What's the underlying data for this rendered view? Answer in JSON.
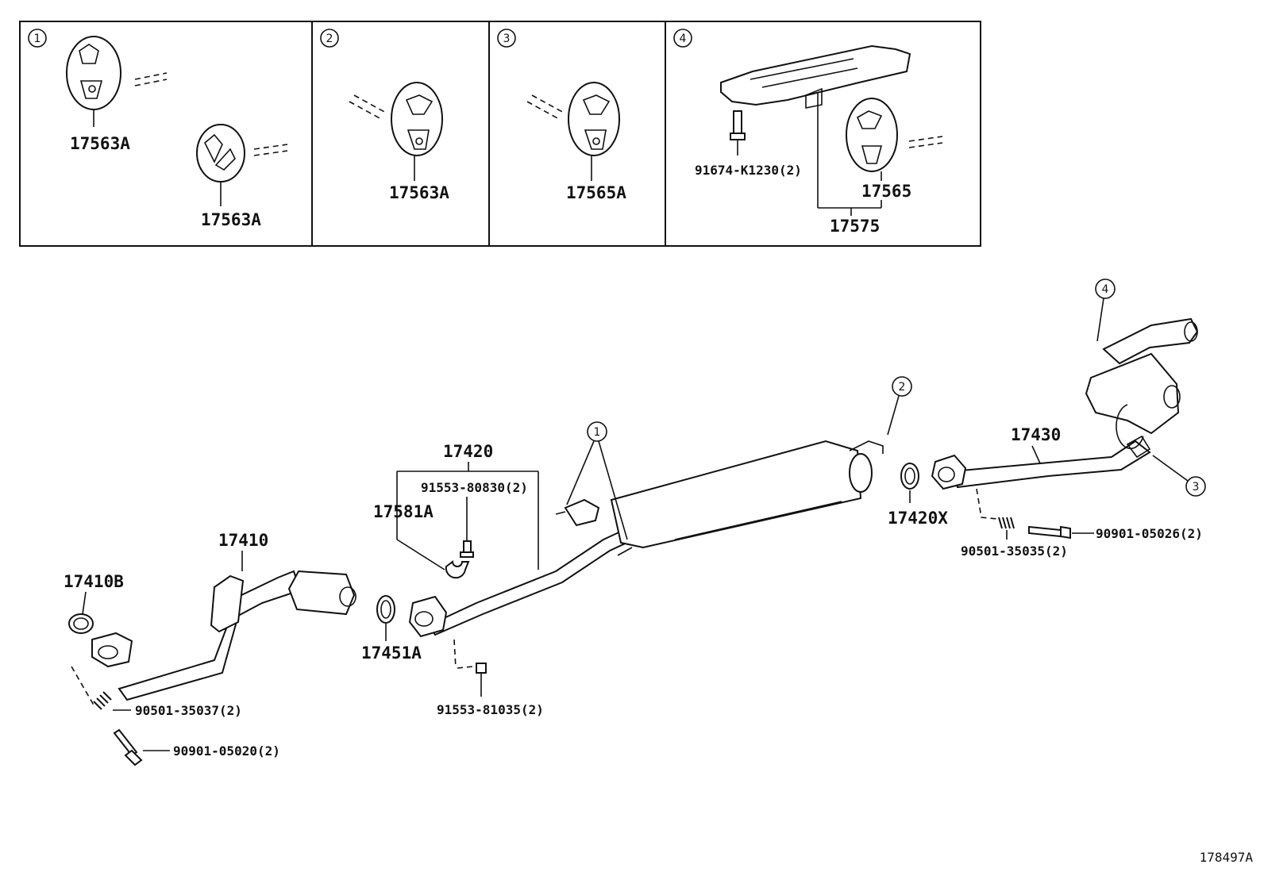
{
  "diagram_id": "178497A",
  "insets": [
    {
      "number": "1",
      "parts": [
        "17563A",
        "17563A"
      ]
    },
    {
      "number": "2",
      "parts": [
        "17563A"
      ]
    },
    {
      "number": "3",
      "parts": [
        "17565A"
      ]
    },
    {
      "number": "4",
      "parts": [
        "91674-K1230(2)",
        "17565",
        "17575"
      ]
    }
  ],
  "callouts": {
    "c1": "1",
    "c2": "2",
    "c3": "3",
    "c4": "4"
  },
  "parts": {
    "p17410B": "17410B",
    "p17410": "17410",
    "p90501_35037": "90501-35037(2)",
    "p90901_05020": "90901-05020(2)",
    "p17451A": "17451A",
    "p17420": "17420",
    "p91553_80830": "91553-80830(2)",
    "p17581A": "17581A",
    "p91553_81035": "91553-81035(2)",
    "p17420X": "17420X",
    "p17430": "17430",
    "p90901_05026": "90901-05026(2)",
    "p90501_35035": "90501-35035(2)"
  }
}
